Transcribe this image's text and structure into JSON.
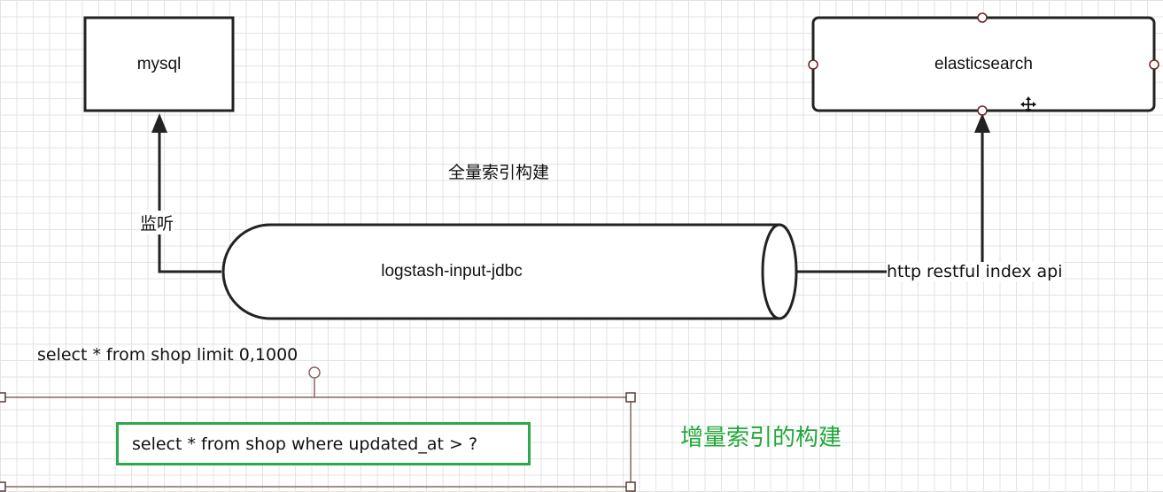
{
  "nodes": {
    "mysql": "mysql",
    "elasticsearch": "elasticsearch",
    "pipeline": "logstash-input-jdbc"
  },
  "labels": {
    "full_index": "全量索引构建",
    "listen": "监听",
    "http_api": "http restful index api",
    "full_query": "select * from shop limit 0,1000",
    "incremental_query": "select * from shop where updated_at > ?",
    "incremental_index": "增量索引的构建"
  },
  "colors": {
    "line": "#222222",
    "selection": "#8a6560",
    "highlight": "#2da84a",
    "accent_text": "#22a93a"
  },
  "icons": {
    "cursor": "move-cursor-icon"
  }
}
